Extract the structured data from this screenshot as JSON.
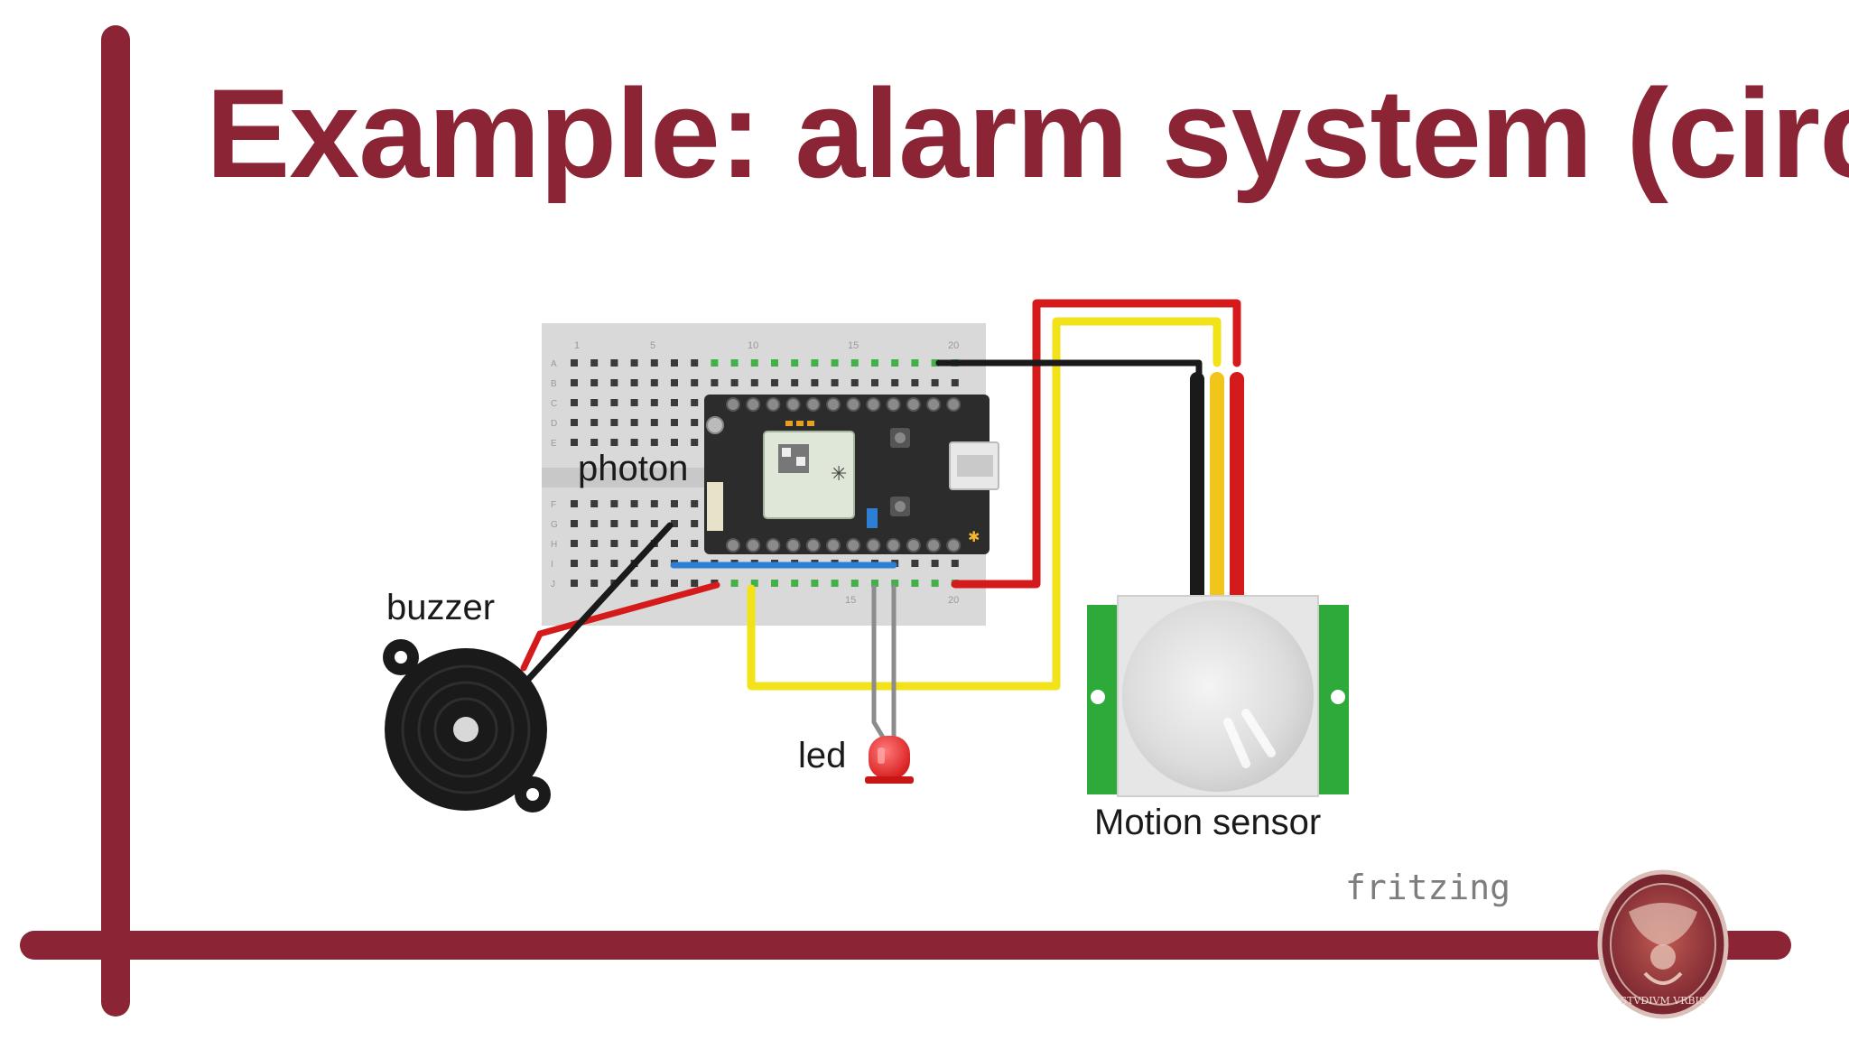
{
  "slide": {
    "title": "Example: alarm system (circuit)"
  },
  "diagram": {
    "labels": {
      "photon": "photon",
      "buzzer": "buzzer",
      "led": "led",
      "motion_sensor": "Motion sensor"
    },
    "watermark": "fritzing",
    "breadboard_row_letters_top": [
      "A",
      "B",
      "C",
      "D",
      "E"
    ],
    "breadboard_row_letters_bottom": [
      "F",
      "G",
      "H",
      "I",
      "J"
    ],
    "breadboard_column_numbers": [
      "1",
      "5",
      "10",
      "15",
      "20"
    ]
  },
  "logo": {
    "text": "STVDIVM VRBIS"
  },
  "colors": {
    "accent": "#8b2535",
    "wire_red": "#d41a1a",
    "wire_yellow": "#f2e21a",
    "wire_black": "#1a1a1a",
    "wire_blue": "#2d7fd6",
    "sensor_green": "#2eaa3a"
  }
}
